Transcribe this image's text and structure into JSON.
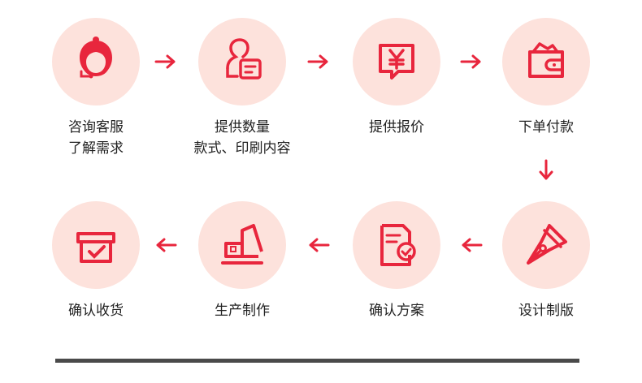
{
  "steps": [
    {
      "icon": "customer-service-icon",
      "line1": "咨询客服",
      "line2": "了解需求"
    },
    {
      "icon": "user-card-icon",
      "line1": "提供数量",
      "line2": "款式、印刷内容"
    },
    {
      "icon": "yen-quote-icon",
      "line1": "提供报价",
      "line2": ""
    },
    {
      "icon": "wallet-icon",
      "line1": "下单付款",
      "line2": ""
    },
    {
      "icon": "pen-nib-icon",
      "line1": "设计制版",
      "line2": ""
    },
    {
      "icon": "document-check-icon",
      "line1": "确认方案",
      "line2": ""
    },
    {
      "icon": "crane-icon",
      "line1": "生产制作",
      "line2": ""
    },
    {
      "icon": "box-check-icon",
      "line1": "确认收货",
      "line2": ""
    }
  ],
  "colors": {
    "accent": "#e8263d",
    "circle_bg": "#fde2dc",
    "text": "#222222",
    "divider": "#4a4a4a"
  }
}
